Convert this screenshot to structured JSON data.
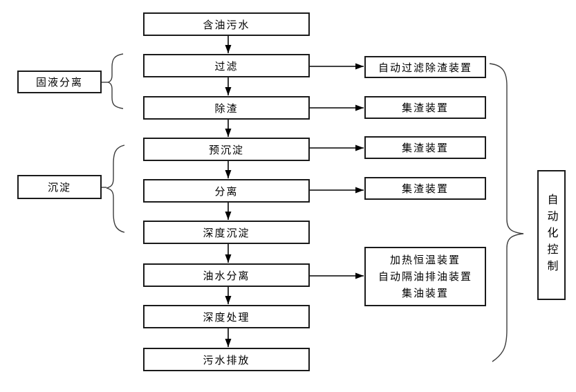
{
  "flow": {
    "boxes": [
      "含油污水",
      "过滤",
      "除渣",
      "预沉淀",
      "分离",
      "深度沉淀",
      "油水分离",
      "深度处理",
      "污水排放"
    ]
  },
  "devices": {
    "auto_filter_deslag": "自动过滤除渣装置",
    "slag_collector_1": "集渣装置",
    "slag_collector_2": "集渣装置",
    "slag_collector_3": "集渣装置",
    "oil_separation_lines": [
      "加热恒温装置",
      "自动隔油排油装置",
      "集油装置"
    ]
  },
  "groups": {
    "solid_liquid_separation": "固液分离",
    "sedimentation": "沉淀"
  },
  "control": {
    "label": "自动化控制"
  },
  "colors": {
    "line": "#000000",
    "box_border": "#1a1a1a",
    "brace": "#3c3c3c",
    "background": "#ffffff"
  }
}
